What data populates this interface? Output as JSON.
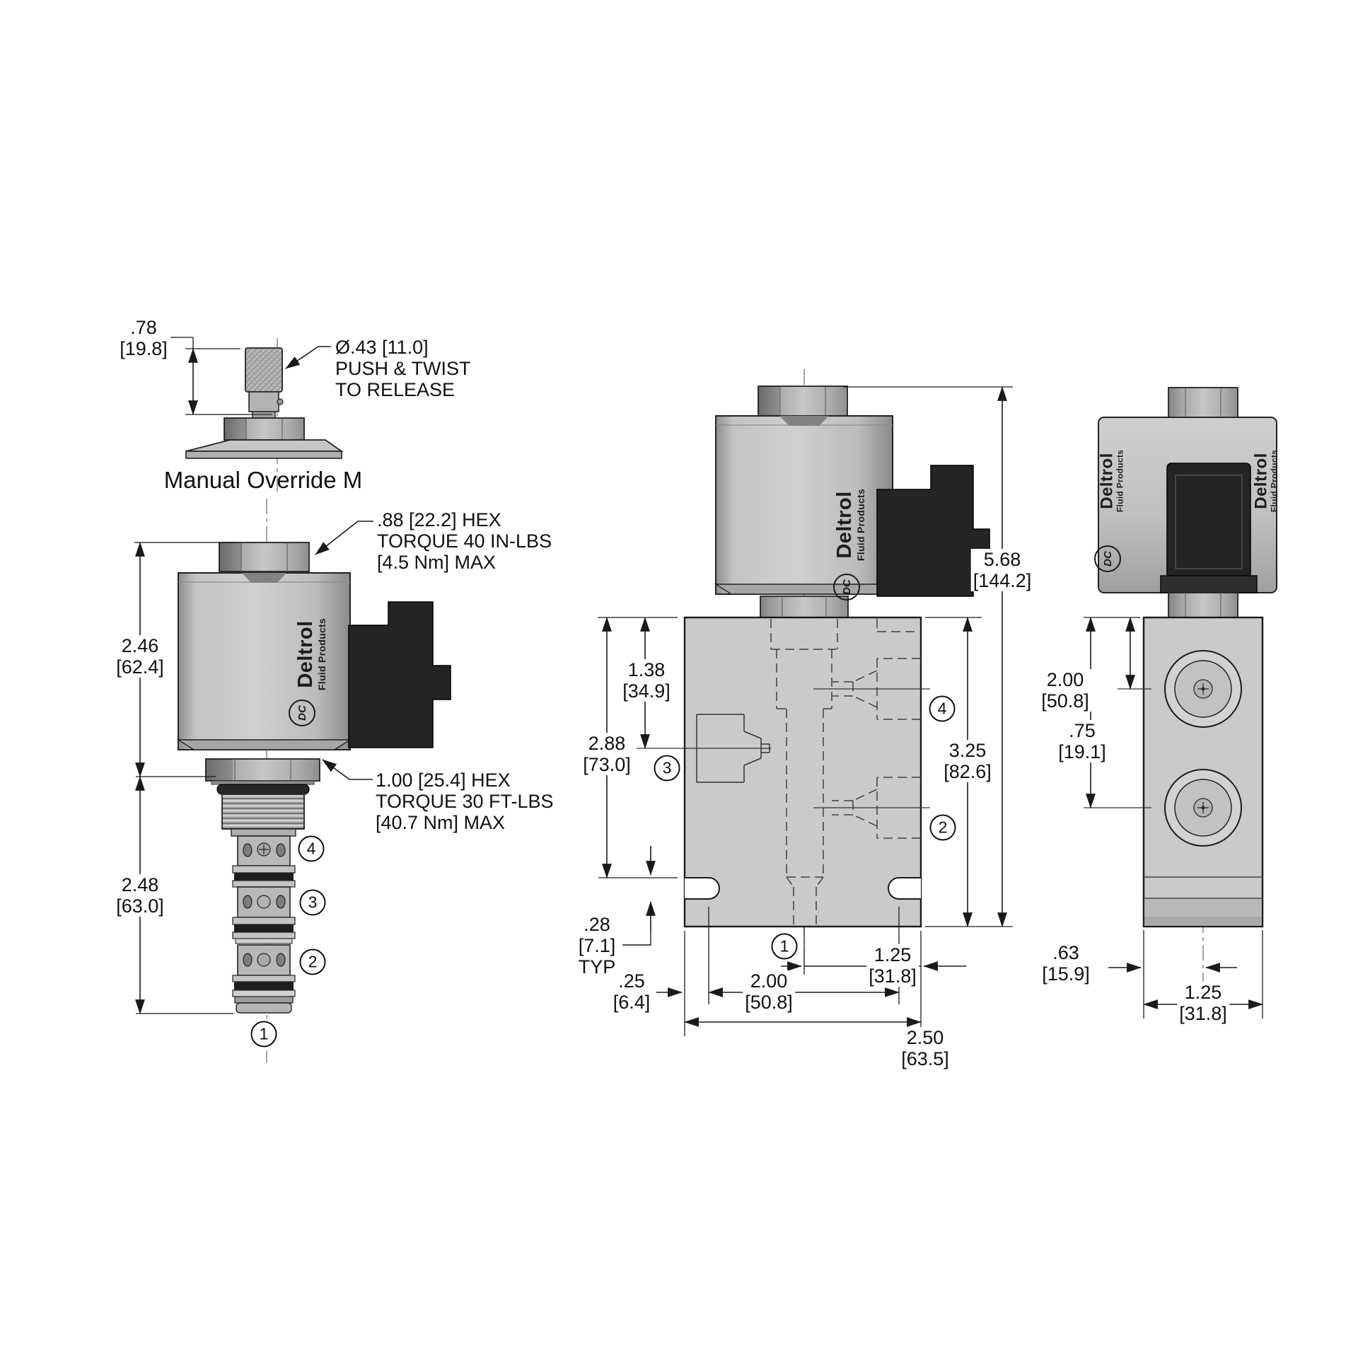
{
  "brand": {
    "name": "Deltrol",
    "tagline": "Fluid Products",
    "monogram": "DC"
  },
  "colors": {
    "line": "#1a1a1a",
    "metal_light": "#c9c9c9",
    "metal_dark": "#8a8a8a",
    "connector": "#242424",
    "oring": "#1e1e1e"
  },
  "override_detail": {
    "title": "Manual Override M",
    "height_in": ".78",
    "height_mm": "[19.8]",
    "callout_line1": "Ø.43 [11.0]",
    "callout_line2": "PUSH & TWIST",
    "callout_line3": "TO RELEASE"
  },
  "side_view": {
    "coil_height_in": "2.46",
    "coil_height_mm": "[62.4]",
    "cartridge_length_in": "2.48",
    "cartridge_length_mm": "[63.0]",
    "coil_nut_callout_line1": ".88 [22.2] HEX",
    "coil_nut_callout_line2": "TORQUE 40 IN-LBS",
    "coil_nut_callout_line3": "[4.5 Nm] MAX",
    "locknut_callout_line1": "1.00 [25.4] HEX",
    "locknut_callout_line2": "TORQUE 30 FT-LBS",
    "locknut_callout_line3": "[40.7 Nm] MAX",
    "port4": "4",
    "port3": "3",
    "port2": "2",
    "port1": "1"
  },
  "front_view": {
    "overall_height_in": "5.68",
    "overall_height_mm": "[144.2]",
    "port3_from_top_in": "1.38",
    "port3_from_top_mm": "[34.9]",
    "slot_from_top_in": "2.88",
    "slot_from_top_mm": "[73.0]",
    "block_height_in": "3.25",
    "block_height_mm": "[82.6]",
    "slot_height_in": ".28",
    "slot_height_mm": "[7.1]",
    "slot_typ": "TYP",
    "edge_to_slot_in": ".25",
    "edge_to_slot_mm": "[6.4]",
    "slot_centers_in": "2.00",
    "slot_centers_mm": "[50.8]",
    "center_to_edge_in": "1.25",
    "center_to_edge_mm": "[31.8]",
    "block_width_in": "2.50",
    "block_width_mm": "[63.5]",
    "port4": "4",
    "port3": "3",
    "port2": "2",
    "port1": "1"
  },
  "end_view": {
    "port2_from_top_in": "2.00",
    "port2_from_top_mm": "[50.8]",
    "port4_from_top_in": ".75",
    "port4_from_top_mm": "[19.1]",
    "edge_to_center_in": ".63",
    "edge_to_center_mm": "[15.9]",
    "block_width_in": "1.25",
    "block_width_mm": "[31.8]"
  }
}
